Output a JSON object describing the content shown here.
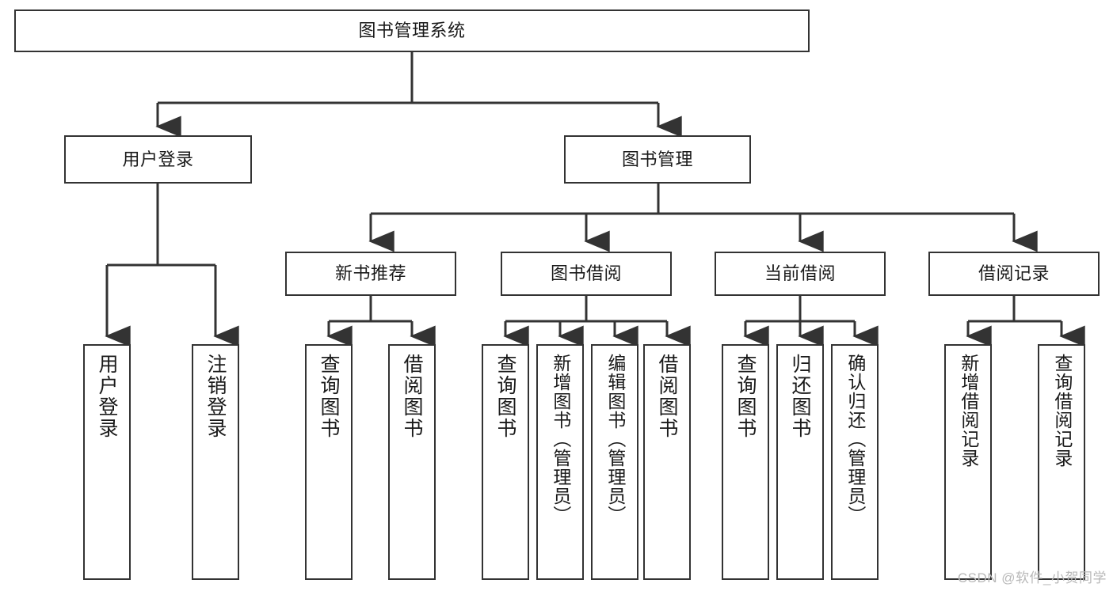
{
  "diagram": {
    "kind": "tree-structure-chart",
    "title": "图书管理系统",
    "line_color": "#333333",
    "box_fill": "#ffffff",
    "text_color": "#1a1a1a"
  },
  "root": {
    "label": "图书管理系统"
  },
  "level1": [
    {
      "label": "用户登录"
    },
    {
      "label": "图书管理"
    }
  ],
  "level2": [
    {
      "label": "新书推荐"
    },
    {
      "label": "图书借阅"
    },
    {
      "label": "当前借阅"
    },
    {
      "label": "借阅记录"
    }
  ],
  "leaves": {
    "user_login": [
      {
        "label": "用户登录"
      },
      {
        "label": "注销登录"
      }
    ],
    "new_book_recommend": [
      {
        "label": "查询图书"
      },
      {
        "label": "借阅图书"
      }
    ],
    "book_borrow": [
      {
        "label": "查询图书"
      },
      {
        "label": "新增图书（管理员）"
      },
      {
        "label": "编辑图书（管理员）"
      },
      {
        "label": "借阅图书"
      }
    ],
    "current_borrow": [
      {
        "label": "查询图书"
      },
      {
        "label": "归还图书"
      },
      {
        "label": "确认归还（管理员）"
      }
    ],
    "borrow_record": [
      {
        "label": "新增借阅记录"
      },
      {
        "label": "查询借阅记录"
      }
    ]
  },
  "watermark": {
    "text": "CSDN @软件_小贺同学"
  }
}
